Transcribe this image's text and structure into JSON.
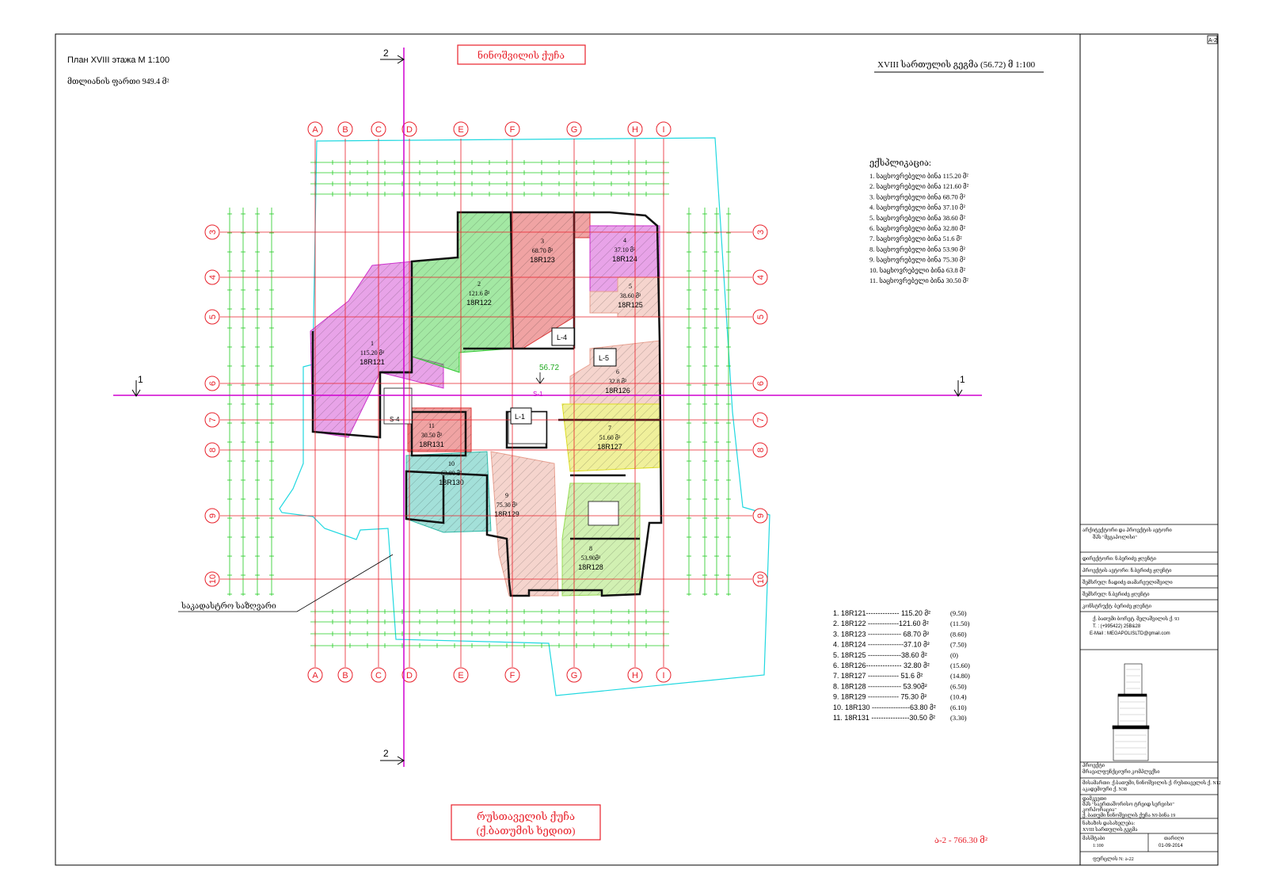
{
  "sheet": {
    "sheet_id": "A-2",
    "plan_title_ru": "План XVIII этажа М 1:100",
    "total_area_label": "მთლიანის ფართი 949.4 მ²",
    "main_title": "XVIII სართულის გეგმა (56.72) მ 1:100",
    "street_top": "ნინოშვილის ქუჩა",
    "street_bottom_1": "რუსთაველის ქუჩა",
    "street_bottom_2": "(ქ.ბათუმის ხედით)",
    "cadastral_label": "საკადასტრო საზღვარი",
    "elevation_label": "56.72",
    "section_labels": [
      "1",
      "1",
      "2",
      "2"
    ],
    "footer_total": "ა-2 - 766.30 მ²"
  },
  "axes": {
    "columns": [
      "A",
      "B",
      "C",
      "D",
      "E",
      "F",
      "G",
      "H",
      "I"
    ],
    "rows": [
      "3",
      "4",
      "5",
      "6",
      "7",
      "8",
      "9",
      "10"
    ]
  },
  "cores": [
    "L-4",
    "L-5",
    "L-1",
    "S-1",
    "S-4"
  ],
  "units": [
    {
      "num": "1",
      "area": "115.20 მ²",
      "code": "18R121",
      "color": "#cc33cc"
    },
    {
      "num": "2",
      "area": "121.6 მ²",
      "code": "18R122",
      "color": "#33cc33"
    },
    {
      "num": "3",
      "area": "68.70 მ²",
      "code": "18R123",
      "color": "#dd3333"
    },
    {
      "num": "4",
      "area": "37.10 მ²",
      "code": "18R124",
      "color": "#cc33cc"
    },
    {
      "num": "5",
      "area": "38.60 მ²",
      "code": "18R125",
      "color": "#e8a090"
    },
    {
      "num": "6",
      "area": "32.8 მ²",
      "code": "18R126",
      "color": "#e8a090"
    },
    {
      "num": "7",
      "area": "51.60 მ²",
      "code": "18R127",
      "color": "#dddd22"
    },
    {
      "num": "8",
      "area": "53.90მ²",
      "code": "18R128",
      "color": "#99dd55"
    },
    {
      "num": "9",
      "area": "75.30 მ²",
      "code": "18R129",
      "color": "#e8a090"
    },
    {
      "num": "10",
      "area": "63.80 მ²",
      "code": "18R130",
      "color": "#33bbaa"
    },
    {
      "num": "11",
      "area": "30.50 მ²",
      "code": "18R131",
      "color": "#dd3333"
    }
  ],
  "explication": {
    "title": "ექსპლიკაცია:",
    "items": [
      "1. საცხოვრებელი ბინა 115.20 მ²",
      "2. საცხოვრებელი ბინა 121.60 მ²",
      "3. საცხოვრებელი ბინა 68.70 მ²",
      "4. საცხოვრებელი ბინა 37.10 მ²",
      "5. საცხოვრებელი ბინა 38.60 მ²",
      "6. საცხოვრებელი ბინა 32.80 მ²",
      "7. საცხოვრებელი ბინა 51.6 მ²",
      "8. საცხოვრებელი ბინა 53.90 მ²",
      "9. საცხოვრებელი ბინა 75.30 მ²",
      "10. საცხოვრებელი ბინა 63.8 მ²",
      "11. საცხოვრებელი ბინა 30.50 მ²"
    ]
  },
  "summary": {
    "rows": [
      {
        "line": "1. 18R121-------------- 115.20 მ²",
        "extra": "(9.50)"
      },
      {
        "line": "2. 18R122 -------------121.60 მ²",
        "extra": "(11.50)"
      },
      {
        "line": "3. 18R123 -------------- 68.70 მ²",
        "extra": "(8.60)"
      },
      {
        "line": "4. 18R124 ---------------37.10 მ²",
        "extra": "(7.50)"
      },
      {
        "line": "5. 18R125 --------------38.60 მ²",
        "extra": "(0)"
      },
      {
        "line": "6. 18R126--------------- 32.80 მ²",
        "extra": "(15.60)"
      },
      {
        "line": "7. 18R127 ------------- 51.6 მ²",
        "extra": "(14.80)"
      },
      {
        "line": "8. 18R128 -------------- 53.90მ²",
        "extra": "(6.50)"
      },
      {
        "line": "9. 18R129 ------------- 75.30 მ²",
        "extra": "(10.4)"
      },
      {
        "line": "10. 18R130 ----------------63.80 მ²",
        "extra": "(6.10)"
      },
      {
        "line": "11. 18R131 ----------------30.50 მ²",
        "extra": "(3.30)"
      }
    ]
  },
  "title_block": {
    "r1a": "არქიტექტორი და პროექტის ავტორი",
    "r1b": "შპს \"მეგაპოლისი\"",
    "r2": "დირექტორი: ნ.ბერიძე ჟღენტი",
    "r3": "პროექტის ავტორი: ნ.ბერიძე ჟღენტი",
    "r4": "შემსრულ: ჩადიძე თამარეულიშვილი",
    "r5": "შემსრულ: ნ.ბერიძე ჟღენტი",
    "r6": "კონსტრუქტ: ბერიძე ჟღენტი",
    "addr": "ქ. ბათუმი ბორეტ. მელაშვილის ქ. 93",
    "phone": "T. : (+995422) 25B&28",
    "email": "E-Mail : MEGAPOLISLTD@gmail.com",
    "proj_hdr": "პროექტი",
    "proj_name": "მრავალფუნქციური კომპლექსი",
    "proj_addr": "მისამართი: ქ.ბათუმი, ნინოშვილის ქ. რუსთაველის ქ. N12",
    "proj_addr2": "აკადემიური ქ. N38",
    "customer_hdr": "დამკვეთი",
    "customer": "შპს \"საერთაშორისო ტრეიდ სერვისი\"",
    "customer2": "კორპორაცია\"",
    "customer3": "ქ. ბათუმი ნინოშვილის ქუჩა N9 ბინა 19",
    "sheet_hdr": "ნახაზის დასახელება:",
    "sheet_name": "XVIII სართულის გეგმა",
    "scale_hdr": "მასშტაბი",
    "scale": "1:100",
    "date_hdr": "თარიღი",
    "date": "01-09-2014",
    "sheet_no": "ფურცლის N: ა-22"
  },
  "colors": {
    "grid": "#e8202a",
    "dim": "#22cc22",
    "section": "#d000d0",
    "cadastral": "#20d8e0"
  }
}
